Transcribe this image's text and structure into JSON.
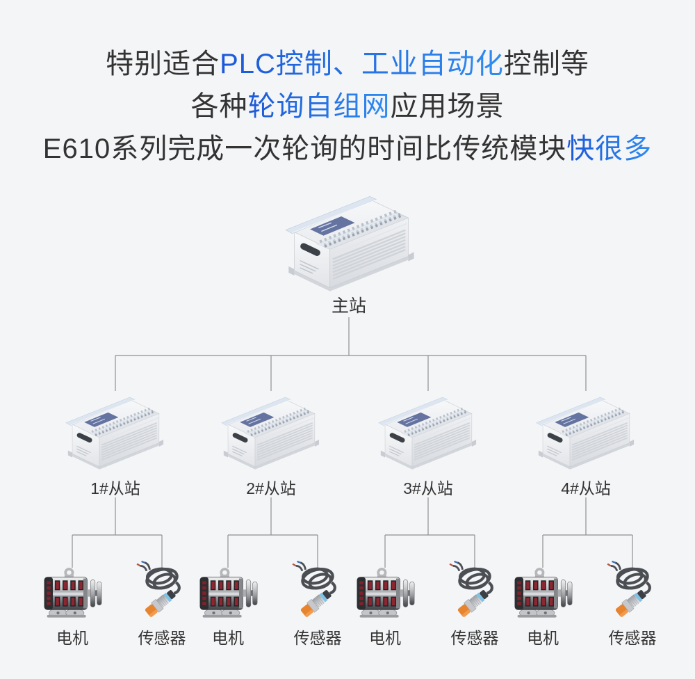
{
  "page": {
    "background_color": "#f4f5f7",
    "text_color": "#333333",
    "accent_blue_start": "#1b58d8",
    "accent_blue_end": "#2f8cf0",
    "connector_color": "#8f8f8f"
  },
  "heading": {
    "lines": [
      {
        "pre": "特别适合",
        "highlight": "PLC控制、工业自动化",
        "post": "控制等"
      },
      {
        "pre": "各种",
        "highlight": "轮询自组网",
        "post": "应用场景"
      },
      {
        "pre": "E610系列完成一次轮询的时间比传统模块",
        "highlight": "快很多",
        "post": ""
      }
    ]
  },
  "topology": {
    "master": {
      "label": "主站",
      "icon": "plc-module-icon"
    },
    "slaves": [
      {
        "label": "1#从站",
        "icon": "plc-module-icon",
        "devices": [
          {
            "label": "电机",
            "icon": "motor-icon"
          },
          {
            "label": "传感器",
            "icon": "proximity-sensor-icon"
          }
        ]
      },
      {
        "label": "2#从站",
        "icon": "plc-module-icon",
        "devices": [
          {
            "label": "电机",
            "icon": "motor-icon"
          },
          {
            "label": "传感器",
            "icon": "proximity-sensor-icon"
          }
        ]
      },
      {
        "label": "3#从站",
        "icon": "plc-module-icon",
        "devices": [
          {
            "label": "电机",
            "icon": "motor-icon"
          },
          {
            "label": "传感器",
            "icon": "proximity-sensor-icon"
          }
        ]
      },
      {
        "label": "4#从站",
        "icon": "plc-module-icon",
        "devices": [
          {
            "label": "电机",
            "icon": "motor-icon"
          },
          {
            "label": "传感器",
            "icon": "proximity-sensor-icon"
          }
        ]
      }
    ]
  }
}
